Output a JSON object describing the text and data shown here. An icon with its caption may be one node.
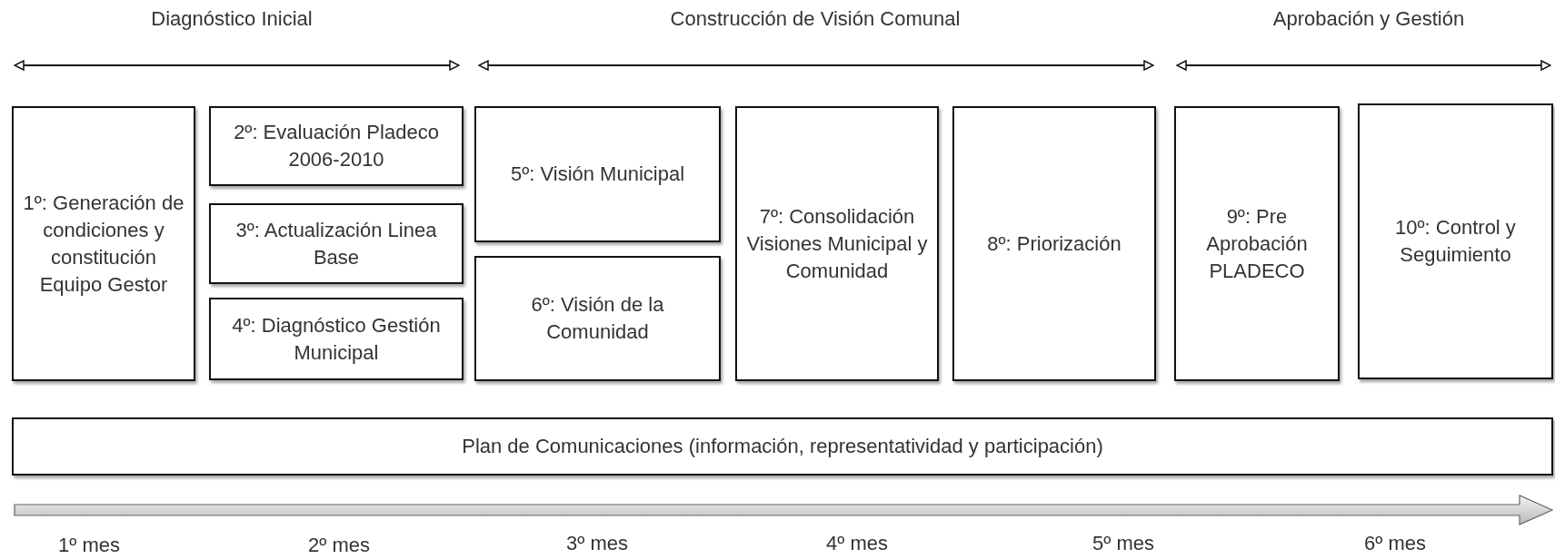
{
  "diagram": {
    "nodes": [
      {
        "text": [
          "1º: Generación de condiciones y constitución Equipo Gestor"
        ]
      },
      {
        "text": [
          "2º: Evaluación Pladeco 2006-2010"
        ]
      },
      {
        "text": [
          "3º: Actualización Linea Base"
        ]
      },
      {
        "text": [
          "4º: Diagnóstico Gestión Municipal"
        ]
      },
      {
        "text": [
          "5º: Visión Municipal"
        ]
      },
      {
        "text": [
          "6º: Visión de la Comunidad"
        ]
      },
      {
        "text": [
          "7º: Consolidación Visiones Municipal y Comunidad"
        ]
      },
      {
        "text": [
          "8º: Priorización"
        ]
      },
      {
        "text": [
          "9º: Pre Aprobación PLADECO"
        ]
      },
      {
        "text": [
          "10º: Control y Seguimiento"
        ]
      },
      {
        "text": [
          "Plan de Comunicaciones (información, representatividad y participación)"
        ]
      }
    ],
    "labels": [
      "Diagnóstico Inicial",
      "Construcción de Visión Comunal",
      "Aprobación y Gestión",
      "1º mes",
      "2º mes",
      "3º mes",
      "4º mes",
      "5º mes",
      "6º mes"
    ]
  }
}
